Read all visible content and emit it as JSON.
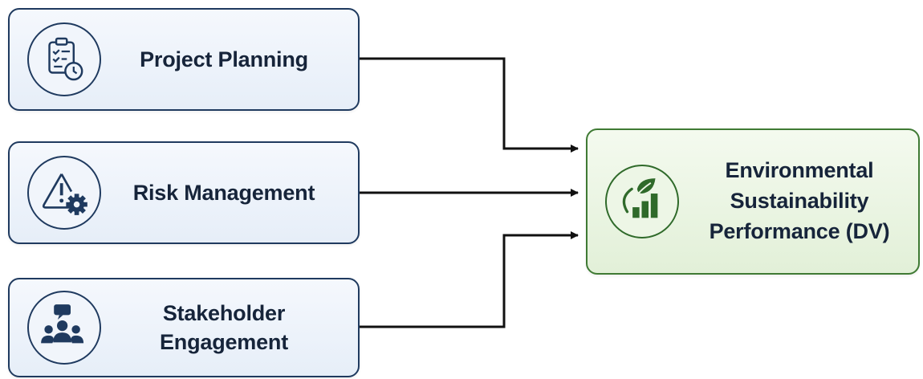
{
  "inputs": [
    {
      "label": "Project Planning",
      "icon": "clipboard-clock-icon"
    },
    {
      "label": "Risk Management",
      "icon": "warning-gear-icon"
    },
    {
      "label": "Stakeholder Engagement",
      "icon": "people-chat-icon"
    }
  ],
  "outcome": {
    "label": "Environmental Sustainability Performance (DV)",
    "icon": "leaf-bar-chart-icon"
  },
  "colors": {
    "input_border": "#1f3a5f",
    "input_fill": "#e9f0f9",
    "outcome_border": "#3f7a34",
    "outcome_fill": "#e6f2dc",
    "connector": "#111111"
  }
}
